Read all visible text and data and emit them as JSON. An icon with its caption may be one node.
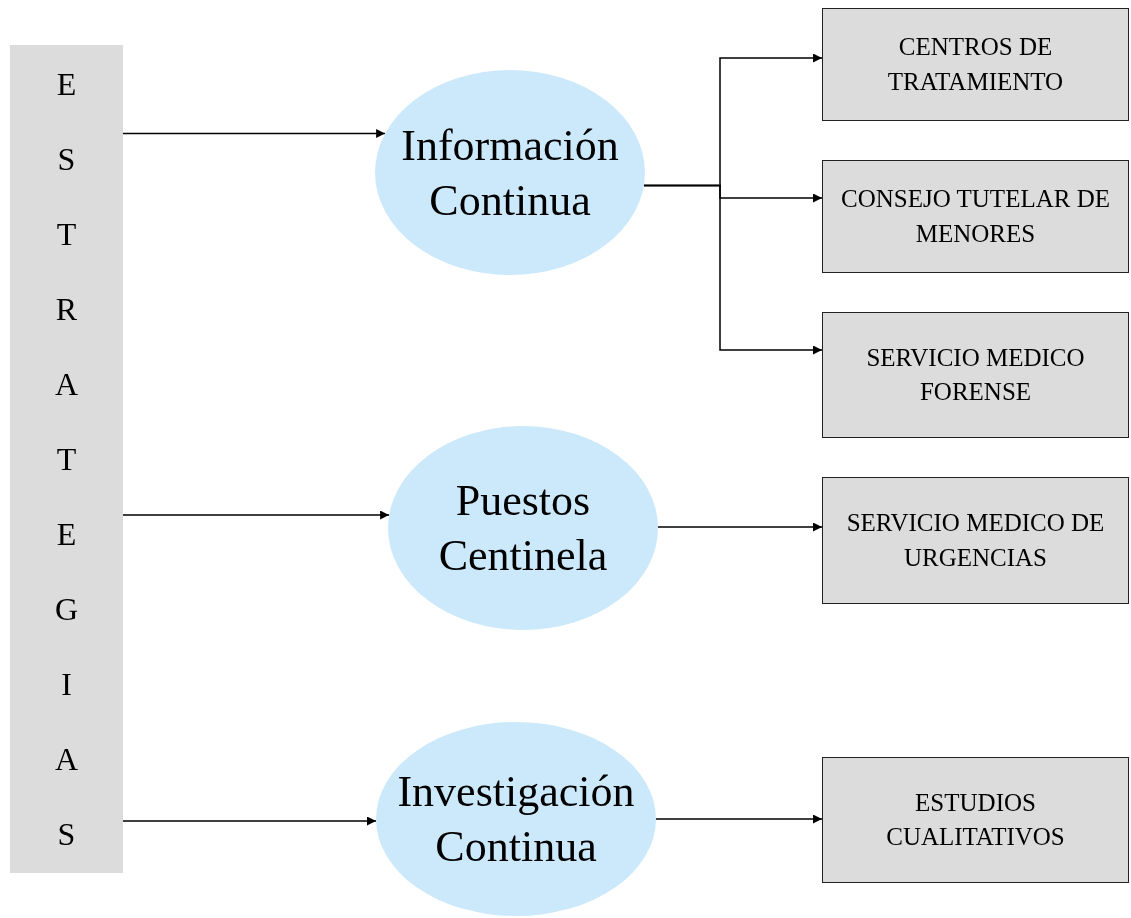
{
  "diagram": {
    "nodes": [
      {
        "text": [
          "ESTRATEGIAS"
        ]
      },
      {
        "text": [
          "Información Continua"
        ]
      },
      {
        "text": [
          "Puestos Centinela"
        ]
      },
      {
        "text": [
          "Investigación Continua"
        ]
      },
      {
        "text": [
          "CENTROS DE TRATAMIENTO"
        ]
      },
      {
        "text": [
          "CONSEJO TUTELAR DE MENORES"
        ]
      },
      {
        "text": [
          "SERVICIO MEDICO FORENSE"
        ]
      },
      {
        "text": [
          "SERVICIO MEDICO DE URGENCIAS"
        ]
      },
      {
        "text": [
          "ESTUDIOS CUALITATIVOS"
        ]
      }
    ],
    "edges": [
      {
        "from": 0,
        "to": 1,
        "arrow": "to"
      },
      {
        "from": 0,
        "to": 2,
        "arrow": "to"
      },
      {
        "from": 0,
        "to": 3,
        "arrow": "to"
      },
      {
        "from": 1,
        "to": 4,
        "arrow": "to"
      },
      {
        "from": 1,
        "to": 5,
        "arrow": "to"
      },
      {
        "from": 1,
        "to": 6,
        "arrow": "to"
      },
      {
        "from": 2,
        "to": 7,
        "arrow": "to"
      },
      {
        "from": 3,
        "to": 8,
        "arrow": "to"
      }
    ]
  }
}
